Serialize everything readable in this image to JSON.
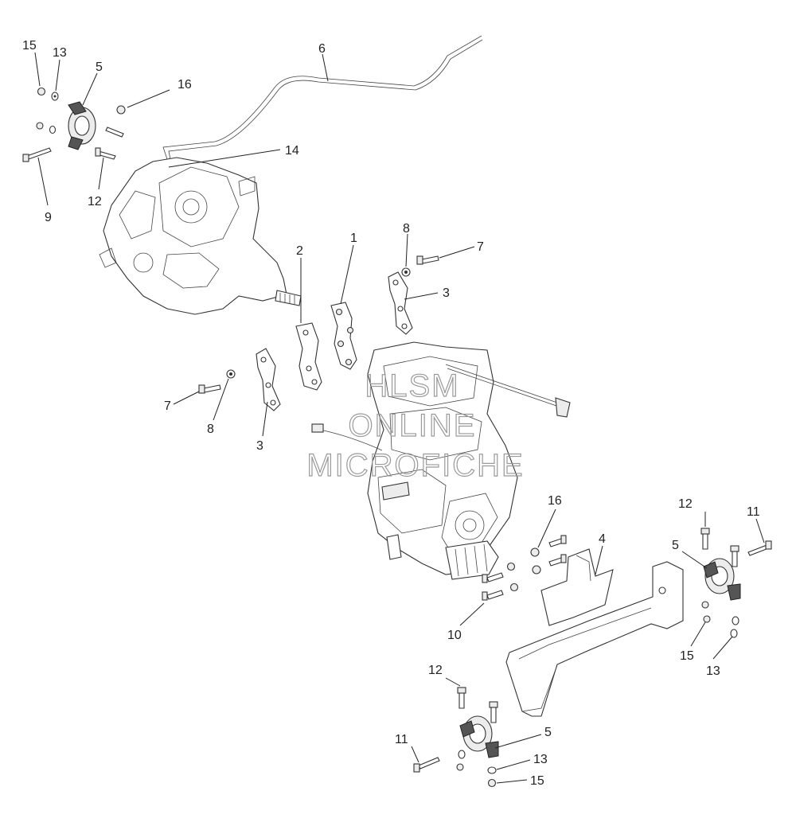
{
  "watermark": {
    "line1": "HLSM",
    "line2": "ONLINE",
    "line3": "MICROFICHE"
  },
  "callouts": {
    "tl_15": "15",
    "tl_13": "13",
    "tl_5": "5",
    "tl_16": "16",
    "tl_9": "9",
    "tl_12": "12",
    "c_6": "6",
    "c_14": "14",
    "c_2": "2",
    "c_1": "1",
    "c_8r": "8",
    "c_7r": "7",
    "c_3r": "3",
    "c_7l": "7",
    "c_8l": "8",
    "c_3l": "3",
    "c_16": "16",
    "c_4": "4",
    "c_10": "10",
    "r_12": "12",
    "r_11": "11",
    "r_5": "5",
    "r_15": "15",
    "r_13": "13",
    "b_12": "12",
    "b_11": "11",
    "b_5": "5",
    "b_13": "13",
    "b_15": "15"
  }
}
